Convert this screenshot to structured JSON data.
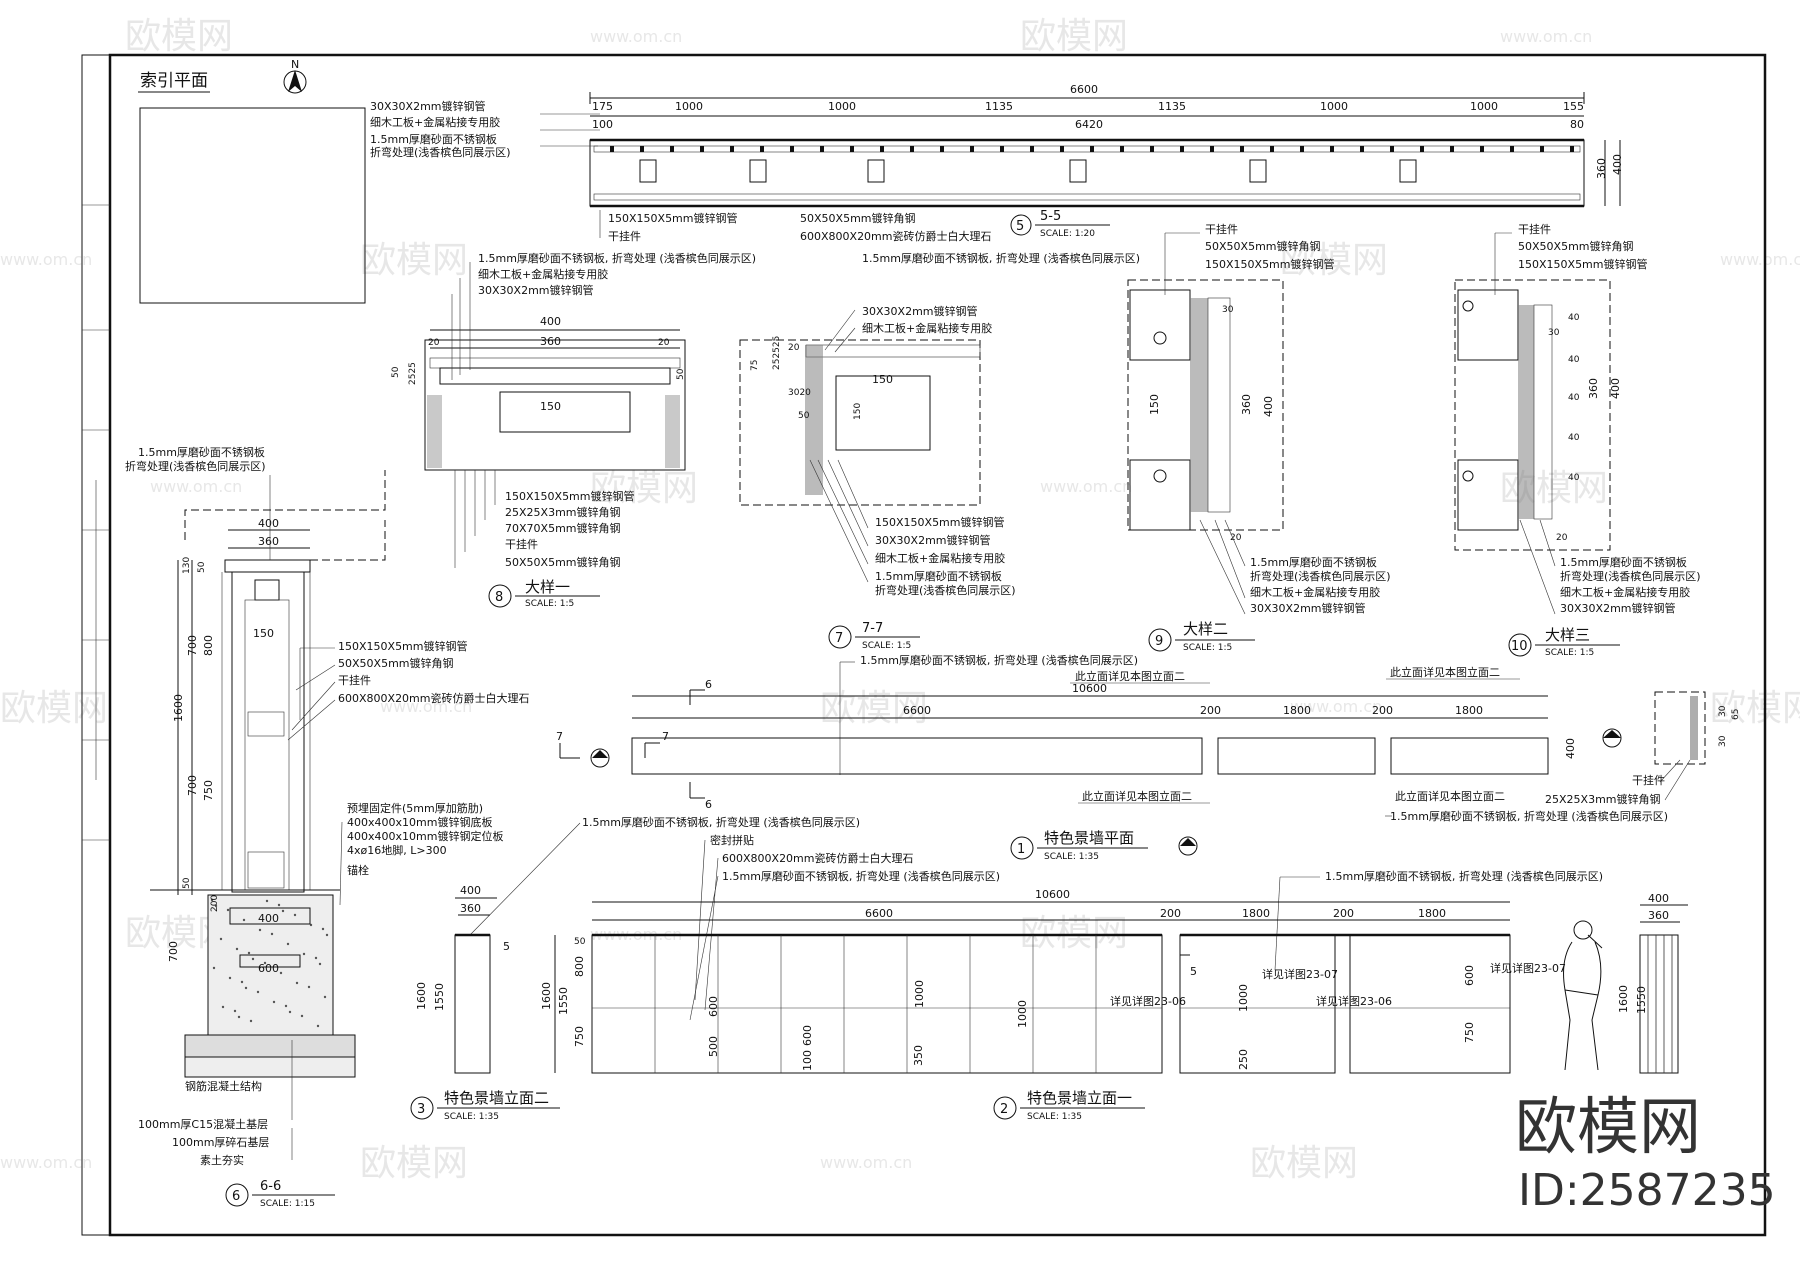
{
  "watermark": {
    "brand": "欧模网",
    "url": "www.om.cn",
    "id": "ID:2587235"
  },
  "index_plan": {
    "title": "索引平面",
    "north": "N"
  },
  "titles": [
    {
      "num": "1",
      "name": "特色景墙平面",
      "scale": "SCALE: 1:35"
    },
    {
      "num": "2",
      "name": "特色景墙立面一",
      "scale": "SCALE: 1:35"
    },
    {
      "num": "3",
      "name": "特色景墙立面二",
      "scale": "SCALE: 1:35"
    },
    {
      "num": "5",
      "name": "5-5",
      "scale": "SCALE: 1:20"
    },
    {
      "num": "6",
      "name": "6-6",
      "scale": "SCALE: 1:15"
    },
    {
      "num": "7",
      "name": "7-7",
      "scale": "SCALE: 1:5"
    },
    {
      "num": "8",
      "name": "大样一",
      "scale": "SCALE: 1:5"
    },
    {
      "num": "9",
      "name": "大样二",
      "scale": "SCALE: 1:5"
    },
    {
      "num": "10",
      "name": "大样三",
      "scale": "SCALE: 1:5"
    }
  ],
  "notes": {
    "tube30": "30X30X2mm镀锌钢管",
    "wood": "细木工板+金属粘接专用胶",
    "steel15": "1.5mm厚磨砂面不锈钢板",
    "fold": "折弯处理(浅香槟色同展示区)",
    "steel15_full": "1.5mm厚磨砂面不锈钢板, 折弯处理 (浅香槟色同展示区)",
    "tube150": "150X150X5mm镀锌钢管",
    "angle50": "50X50X5mm镀锌角钢",
    "hanger": "干挂件",
    "stone": "600X800X20mm瓷砖仿爵士白大理石",
    "angle25": "25X25X3mm镀锌角钢",
    "angle70": "70X70X5mm镀锌角钢",
    "embed": "预埋固定件(5mm厚加筋肋)",
    "plate1": "400x400x10mm镀锌钢底板",
    "plate2": "400x400x10mm镀锌钢定位板",
    "bolt": "4xø16地脚, L>300",
    "conc": "钢筋混凝土结构",
    "c15": "100mm厚C15混凝土基层",
    "gravel": "100mm厚碎石基层",
    "soil": "素土夯实",
    "seal": "密封拼贴",
    "see_elev2a": "此立面详见本图立面二",
    "see_elev2b": "此立面详见本图立面二",
    "see_elev2c": "此立面详见本图立面二",
    "detail_23_06a": "详见详图23-06",
    "detail_23_06b": "详见详图23-06",
    "detail_23_07a": "详见详图23-07",
    "detail_23_07b": "详见详图23-07",
    "anchor": "锚栓"
  },
  "dims_55": {
    "total": "6600",
    "inner": "6420",
    "segs": [
      "175",
      "1000",
      "1000",
      "1135",
      "1135",
      "1000",
      "1000",
      "155"
    ],
    "left0": "100",
    "right0": "80",
    "h1": "360",
    "h2": "400"
  },
  "dims_plan": {
    "total": "10600",
    "seg1": "6600",
    "gap1": "200",
    "seg2": "1800",
    "gap2": "200",
    "seg3": "1800",
    "h": "400",
    "six": "6",
    "seven": "7"
  },
  "dims_elev": {
    "total": "10600",
    "seg1": "6600",
    "gap1": "200",
    "seg2": "1800",
    "gap2": "200",
    "seg3": "1800",
    "v1600": "1600",
    "v1550": "1550",
    "v800": "800",
    "v750": "750",
    "v50": "50",
    "v600": "600",
    "v500": "500",
    "v1000": "1000",
    "v350": "350",
    "v100": "100",
    "v250": "250",
    "five": "5"
  },
  "dims_66": {
    "w400": "400",
    "w360": "360",
    "h130": "130",
    "h50": "50",
    "h700": "700",
    "h800": "800",
    "h1600": "1600",
    "h750": "750",
    "h150": "150",
    "f200": "200",
    "f400": "400",
    "f600": "600",
    "f700": "700",
    "n50": "50"
  },
  "dims_8": {
    "w400": "400",
    "w360": "360",
    "w20": "20",
    "w150": "150",
    "h50": "50",
    "h25": "2525"
  },
  "dims_7": {
    "h75": "75",
    "h25": "252525",
    "w20": "20",
    "w150": "150",
    "h150": "150",
    "h3020": "3020",
    "h50": "50"
  },
  "dims_9": {
    "w30": "30",
    "h150": "150",
    "h360": "360",
    "h400": "400",
    "w20": "20"
  },
  "dims_10": {
    "w30": "30",
    "h40": "40",
    "h360": "360",
    "h400": "400",
    "w20": "20"
  },
  "dims_small": {
    "d30": "30",
    "d65": "65"
  }
}
